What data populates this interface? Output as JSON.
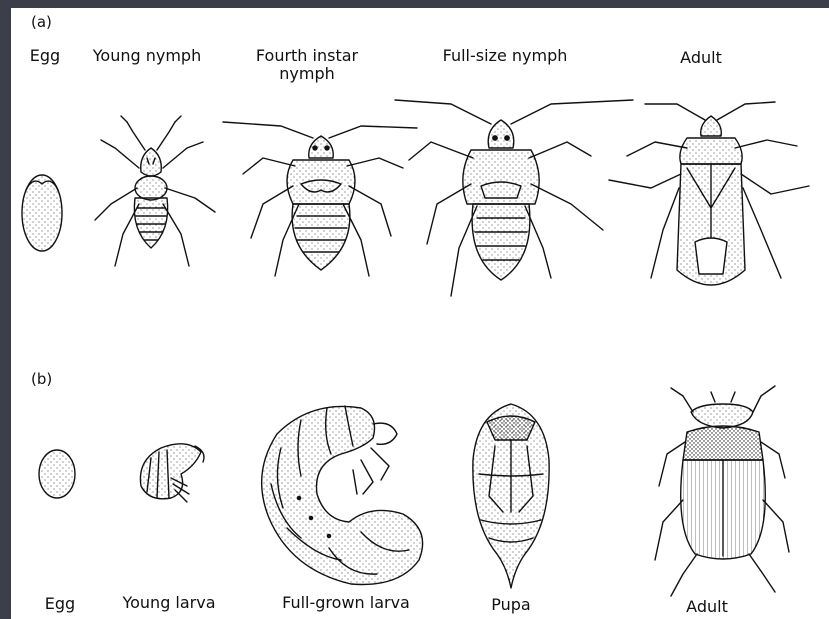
{
  "panel_a": {
    "tag": "(a)",
    "stages": [
      "Egg",
      "Young nymph",
      "Fourth instar nymph",
      "Full-size nymph",
      "Adult"
    ]
  },
  "panel_b": {
    "tag": "(b)",
    "stages": [
      "Egg",
      "Young larva",
      "Full-grown larva",
      "Pupa",
      "Adult"
    ]
  },
  "colors": {
    "ink": "#111111",
    "frame": "#3c3f4a",
    "paper": "#ffffff"
  }
}
